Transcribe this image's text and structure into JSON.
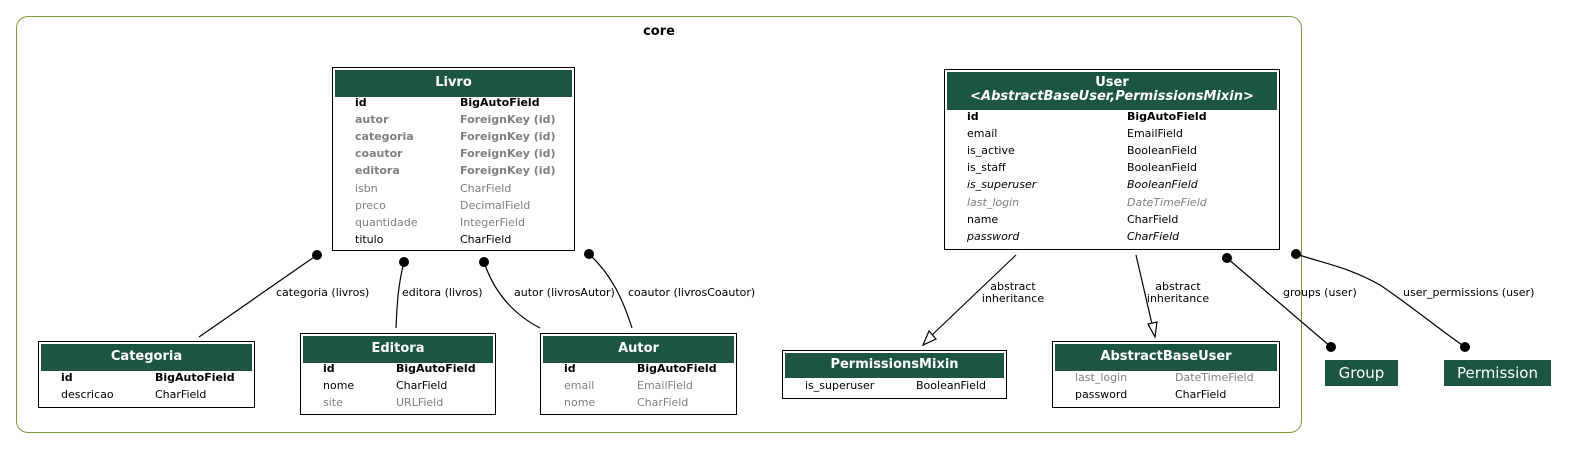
{
  "cluster": {
    "title": "core"
  },
  "models": {
    "livro": {
      "title": "Livro",
      "fields": [
        {
          "name": "id",
          "type": "BigAutoField",
          "style": "pk"
        },
        {
          "name": "autor",
          "type": "ForeignKey (id)",
          "style": "fk"
        },
        {
          "name": "categoria",
          "type": "ForeignKey (id)",
          "style": "fk"
        },
        {
          "name": "coautor",
          "type": "ForeignKey (id)",
          "style": "fk"
        },
        {
          "name": "editora",
          "type": "ForeignKey (id)",
          "style": "fk"
        },
        {
          "name": "isbn",
          "type": "CharField",
          "style": "blank"
        },
        {
          "name": "preco",
          "type": "DecimalField",
          "style": "blank"
        },
        {
          "name": "quantidade",
          "type": "IntegerField",
          "style": "blank"
        },
        {
          "name": "titulo",
          "type": "CharField",
          "style": "normal"
        }
      ]
    },
    "user": {
      "title": "User",
      "subtitle": "<AbstractBaseUser,PermissionsMixin>",
      "fields": [
        {
          "name": "id",
          "type": "BigAutoField",
          "style": "pk"
        },
        {
          "name": "email",
          "type": "EmailField",
          "style": "normal"
        },
        {
          "name": "is_active",
          "type": "BooleanField",
          "style": "normal"
        },
        {
          "name": "is_staff",
          "type": "BooleanField",
          "style": "normal"
        },
        {
          "name": "is_superuser",
          "type": "BooleanField",
          "style": "inherited"
        },
        {
          "name": "last_login",
          "type": "DateTimeField",
          "style": "inherited-blank"
        },
        {
          "name": "name",
          "type": "CharField",
          "style": "normal"
        },
        {
          "name": "password",
          "type": "CharField",
          "style": "inherited"
        }
      ]
    },
    "categoria": {
      "title": "Categoria",
      "fields": [
        {
          "name": "id",
          "type": "BigAutoField",
          "style": "pk"
        },
        {
          "name": "descricao",
          "type": "CharField",
          "style": "normal"
        }
      ]
    },
    "editora": {
      "title": "Editora",
      "fields": [
        {
          "name": "id",
          "type": "BigAutoField",
          "style": "pk"
        },
        {
          "name": "nome",
          "type": "CharField",
          "style": "normal"
        },
        {
          "name": "site",
          "type": "URLField",
          "style": "blank"
        }
      ]
    },
    "autor": {
      "title": "Autor",
      "fields": [
        {
          "name": "id",
          "type": "BigAutoField",
          "style": "pk"
        },
        {
          "name": "email",
          "type": "EmailField",
          "style": "blank"
        },
        {
          "name": "nome",
          "type": "CharField",
          "style": "blank"
        }
      ]
    },
    "permissionsmixin": {
      "title": "PermissionsMixin",
      "fields": [
        {
          "name": "is_superuser",
          "type": "BooleanField",
          "style": "normal"
        }
      ]
    },
    "abstractbaseuser": {
      "title": "AbstractBaseUser",
      "fields": [
        {
          "name": "last_login",
          "type": "DateTimeField",
          "style": "blank"
        },
        {
          "name": "password",
          "type": "CharField",
          "style": "normal"
        }
      ]
    }
  },
  "external": {
    "group": "Group",
    "permission": "Permission"
  },
  "edges": {
    "categoria_livros": "categoria (livros)",
    "editora_livros": "editora (livros)",
    "autor_livros": "autor (livrosAutor)",
    "coautor_livros": "coautor (livrosCoautor)",
    "abstract1": "abstract\ninheritance",
    "abstract2": "abstract\ninheritance",
    "groups_user": "groups (user)",
    "user_permissions": "user_permissions (user)"
  },
  "colors": {
    "header": "#1c5640",
    "cluster_border": "#7b9a3c",
    "muted_text": "#7f7f7f"
  }
}
